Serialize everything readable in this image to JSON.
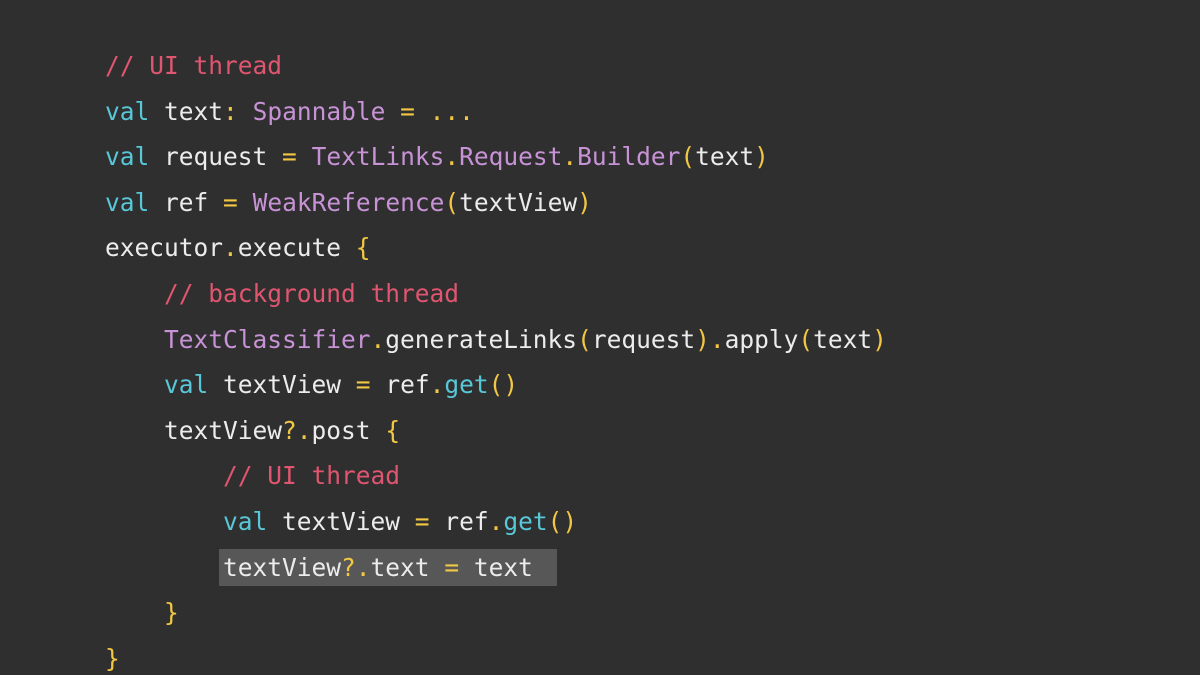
{
  "colors": {
    "background": "#2f2f2f",
    "default": "#ececec",
    "comment": "#e0556f",
    "keyword": "#58c7d8",
    "type": "#c893d6",
    "operator": "#f2c744",
    "call": "#58c7d8",
    "highlight": "#575757"
  },
  "code_lines": [
    {
      "indent": "",
      "tokens": [
        {
          "t": "// UI thread",
          "k": "comment"
        }
      ]
    },
    {
      "indent": "",
      "tokens": [
        {
          "t": "val",
          "k": "keyword"
        },
        {
          "t": " text",
          "k": "default"
        },
        {
          "t": ":",
          "k": "operator"
        },
        {
          "t": " ",
          "k": "default"
        },
        {
          "t": "Spannable",
          "k": "type"
        },
        {
          "t": " ",
          "k": "default"
        },
        {
          "t": "=",
          "k": "operator"
        },
        {
          "t": " ",
          "k": "default"
        },
        {
          "t": "...",
          "k": "operator"
        }
      ]
    },
    {
      "indent": "",
      "tokens": [
        {
          "t": "val",
          "k": "keyword"
        },
        {
          "t": " request ",
          "k": "default"
        },
        {
          "t": "=",
          "k": "operator"
        },
        {
          "t": " ",
          "k": "default"
        },
        {
          "t": "TextLinks",
          "k": "type"
        },
        {
          "t": ".",
          "k": "operator"
        },
        {
          "t": "Request",
          "k": "type"
        },
        {
          "t": ".",
          "k": "operator"
        },
        {
          "t": "Builder",
          "k": "type"
        },
        {
          "t": "(",
          "k": "operator"
        },
        {
          "t": "text",
          "k": "default"
        },
        {
          "t": ")",
          "k": "operator"
        }
      ]
    },
    {
      "indent": "",
      "tokens": [
        {
          "t": "val",
          "k": "keyword"
        },
        {
          "t": " ref ",
          "k": "default"
        },
        {
          "t": "=",
          "k": "operator"
        },
        {
          "t": " ",
          "k": "default"
        },
        {
          "t": "WeakReference",
          "k": "type"
        },
        {
          "t": "(",
          "k": "operator"
        },
        {
          "t": "textView",
          "k": "default"
        },
        {
          "t": ")",
          "k": "operator"
        }
      ]
    },
    {
      "indent": "",
      "tokens": [
        {
          "t": "executor",
          "k": "default"
        },
        {
          "t": ".",
          "k": "operator"
        },
        {
          "t": "execute ",
          "k": "default"
        },
        {
          "t": "{",
          "k": "operator"
        }
      ]
    },
    {
      "indent": "    ",
      "tokens": [
        {
          "t": "// background thread",
          "k": "comment"
        }
      ]
    },
    {
      "indent": "    ",
      "tokens": [
        {
          "t": "TextClassifier",
          "k": "type"
        },
        {
          "t": ".",
          "k": "operator"
        },
        {
          "t": "generateLinks",
          "k": "default"
        },
        {
          "t": "(",
          "k": "operator"
        },
        {
          "t": "request",
          "k": "default"
        },
        {
          "t": ")",
          "k": "operator"
        },
        {
          "t": ".",
          "k": "operator"
        },
        {
          "t": "apply",
          "k": "default"
        },
        {
          "t": "(",
          "k": "operator"
        },
        {
          "t": "text",
          "k": "default"
        },
        {
          "t": ")",
          "k": "operator"
        }
      ]
    },
    {
      "indent": "    ",
      "tokens": [
        {
          "t": "val",
          "k": "keyword"
        },
        {
          "t": " textView ",
          "k": "default"
        },
        {
          "t": "=",
          "k": "operator"
        },
        {
          "t": " ref",
          "k": "default"
        },
        {
          "t": ".",
          "k": "operator"
        },
        {
          "t": "get",
          "k": "call"
        },
        {
          "t": "()",
          "k": "operator"
        }
      ]
    },
    {
      "indent": "    ",
      "tokens": [
        {
          "t": "textView",
          "k": "default"
        },
        {
          "t": "?.",
          "k": "operator"
        },
        {
          "t": "post ",
          "k": "default"
        },
        {
          "t": "{",
          "k": "operator"
        }
      ]
    },
    {
      "indent": "        ",
      "tokens": [
        {
          "t": "// UI thread",
          "k": "comment"
        }
      ]
    },
    {
      "indent": "        ",
      "tokens": [
        {
          "t": "val",
          "k": "keyword"
        },
        {
          "t": " textView ",
          "k": "default"
        },
        {
          "t": "=",
          "k": "operator"
        },
        {
          "t": " ref",
          "k": "default"
        },
        {
          "t": ".",
          "k": "operator"
        },
        {
          "t": "get",
          "k": "call"
        },
        {
          "t": "()",
          "k": "operator"
        }
      ]
    },
    {
      "indent": "        ",
      "highlight": true,
      "tokens": [
        {
          "t": "textView",
          "k": "default"
        },
        {
          "t": "?.",
          "k": "operator"
        },
        {
          "t": "text ",
          "k": "default"
        },
        {
          "t": "=",
          "k": "operator"
        },
        {
          "t": " text",
          "k": "default"
        }
      ]
    },
    {
      "indent": "    ",
      "tokens": [
        {
          "t": "}",
          "k": "operator"
        }
      ]
    },
    {
      "indent": "",
      "tokens": [
        {
          "t": "}",
          "k": "operator"
        }
      ]
    }
  ]
}
